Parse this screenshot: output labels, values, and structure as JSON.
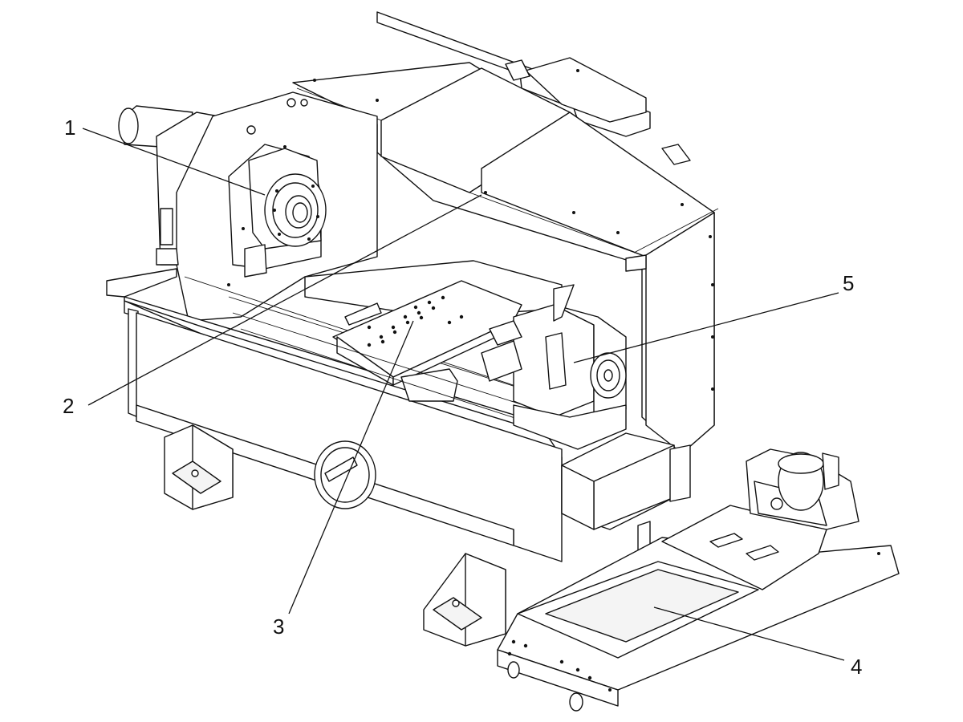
{
  "callouts": [
    {
      "label": "1"
    },
    {
      "label": "2"
    },
    {
      "label": "3"
    },
    {
      "label": "4"
    },
    {
      "label": "5"
    }
  ]
}
